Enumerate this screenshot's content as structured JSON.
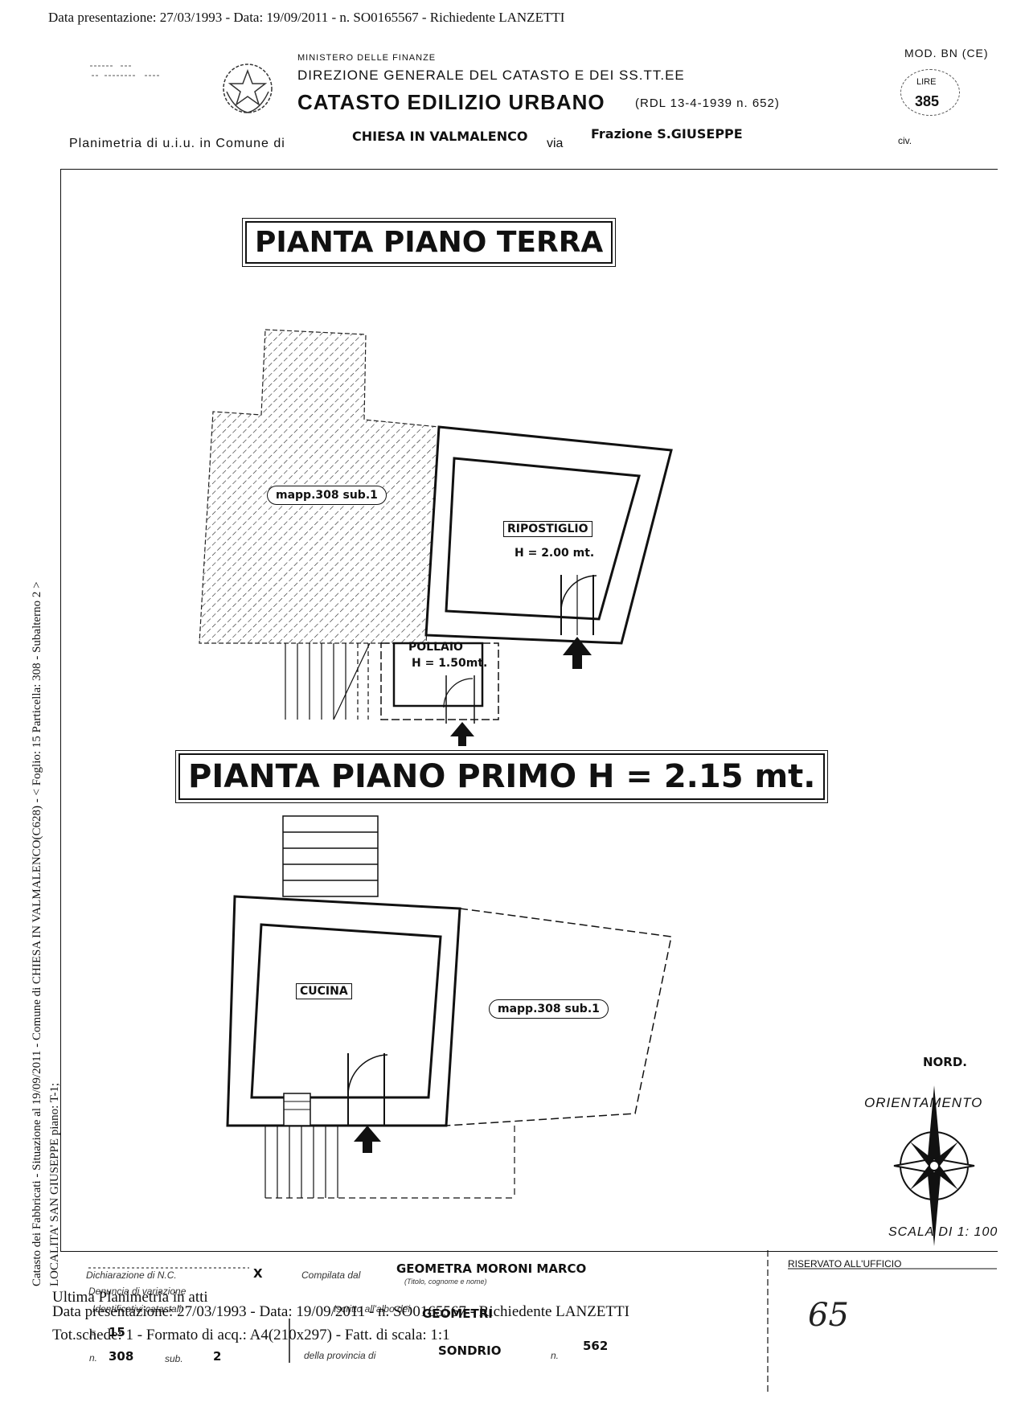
{
  "header": {
    "top_line": "Data presentazione: 27/03/1993 - Data: 19/09/2011 -  n. SO0165567 - Richiedente LANZETTI",
    "ministry": "MINISTERO DELLE FINANZE",
    "direzione": "DIREZIONE GENERALE DEL CATASTO E DEI SS.TT.EE",
    "catasto_title": "CATASTO EDILIZIO URBANO",
    "rdl": "(RDL 13-4-1939 n. 652)",
    "mod": "MOD. BN (CE)",
    "lire_label": "LIRE",
    "lire_value": "385",
    "planimetria_label": "Planimetria di u.i.u. in Comune di",
    "comune": "CHIESA IN VALMALENCO",
    "via_label": "via",
    "via_value": "Frazione S.GIUSEPPE",
    "civ_label": "civ."
  },
  "plan": {
    "ground_floor_title": "PIANTA PIANO TERRA",
    "first_floor_title": "PIANTA PIANO PRIMO H = 2.15 mt.",
    "ground_mapp": "mapp.308 sub.1",
    "ripostiglio": "RIPOSTIGLIO",
    "ripostiglio_h": "H = 2.00 mt.",
    "pollaio": "POLLAIO",
    "pollaio_h": "H = 1.50mt.",
    "cucina": "CUCINA",
    "first_mapp": "mapp.308 sub.1"
  },
  "orientation": {
    "nord": "NORD.",
    "orientamento": "ORIENTAMENTO",
    "scala": "SCALA DI 1: 100"
  },
  "side": {
    "line1": "Catasto dei Fabbricati - Situazione al 19/09/2011 - Comune di CHIESA IN VALMALENCO(C628) - < Foglio: 15 Particella: 308 - Subalterno 2 >",
    "line2": "LOCALITA' SAN GIUSEPPE piano: T-1;"
  },
  "footer": {
    "dichiarazione": "Dichiarazione di N.C.",
    "dichiarazione_mark": "X",
    "compilata_label": "Compilata dal",
    "compilata_value": "GEOMETRA MORONI MARCO",
    "titolo_hint": "(Titolo, cognome e nome)",
    "riservato": "RISERVATO ALL'UFFICIO",
    "denuncia": "Denuncia di variazione",
    "identificativi": "Identificativi catastali",
    "iscritto": "Iscritto all'albo dei",
    "albo_value": "GEOMETRI",
    "provincia_label": "della provincia di",
    "provincia_value": "SONDRIO",
    "n_label": "n.",
    "n_value": "562",
    "f_label": "F.",
    "f_value": "15",
    "mapp_label": "n.",
    "mapp_value": "308",
    "sub_label": "sub.",
    "sub_value": "2",
    "handwritten": "65",
    "overlay_1": "Ultima Planimetria in atti",
    "overlay_2": "Data presentazione: 27/03/1993 - Data: 19/09/2011 -  n. SO0165567 - Richiedente LANZETTI",
    "overlay_3": "Tot.schede: 1 - Formato di acq.: A4(210x297) - Fatt. di scala: 1:1"
  }
}
